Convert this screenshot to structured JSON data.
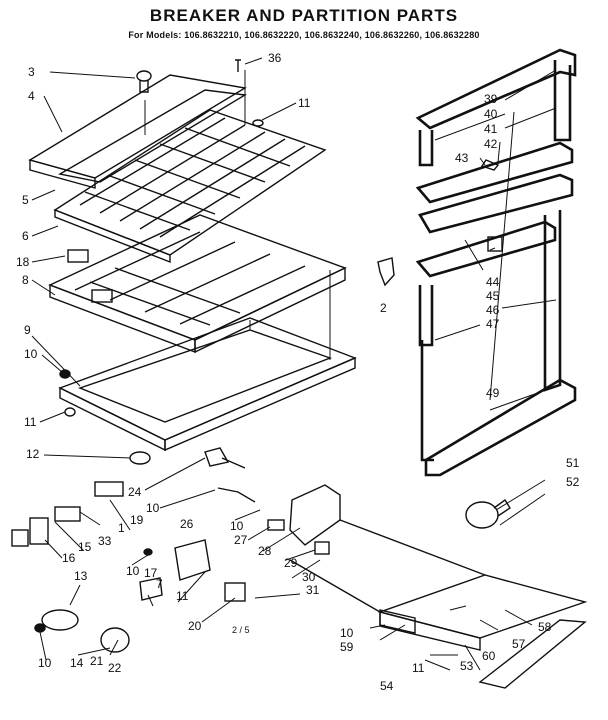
{
  "header": {
    "title": "BREAKER AND PARTITION PARTS",
    "models": "For Models: 106.8632210, 106.8632220, 106.8632240, 106.8632260, 106.8632280"
  },
  "callouts": {
    "c1": "1",
    "c2": "2",
    "c3": "3",
    "c4": "4",
    "c5": "5",
    "c6": "6",
    "c7": "7",
    "c8": "8",
    "c9": "9",
    "c10a": "10",
    "c10b": "10",
    "c10c": "10",
    "c10d": "10",
    "c10e": "10",
    "c10f": "10",
    "c11a": "11",
    "c11b": "11",
    "c11c": "11",
    "c11d": "11",
    "c12": "12",
    "c13": "13",
    "c14": "14",
    "c15": "15",
    "c16": "16",
    "c17": "17",
    "c18": "18",
    "c19": "19",
    "c20": "20",
    "c21": "21",
    "c22": "22",
    "c24": "24",
    "c26": "26",
    "c27": "27",
    "c28": "28",
    "c29": "29",
    "c30": "30",
    "c31": "31",
    "c33": "33",
    "c36": "36",
    "c39": "39",
    "c40": "40",
    "c41": "41",
    "c42": "42",
    "c43": "43",
    "c44": "44",
    "c45": "45",
    "c46": "46",
    "c47": "47",
    "c49": "49",
    "c51": "51",
    "c52": "52",
    "c53": "53",
    "c54": "54",
    "c57": "57",
    "c58": "58",
    "c59": "59",
    "c60": "60"
  },
  "page_mark": "2 / 5"
}
